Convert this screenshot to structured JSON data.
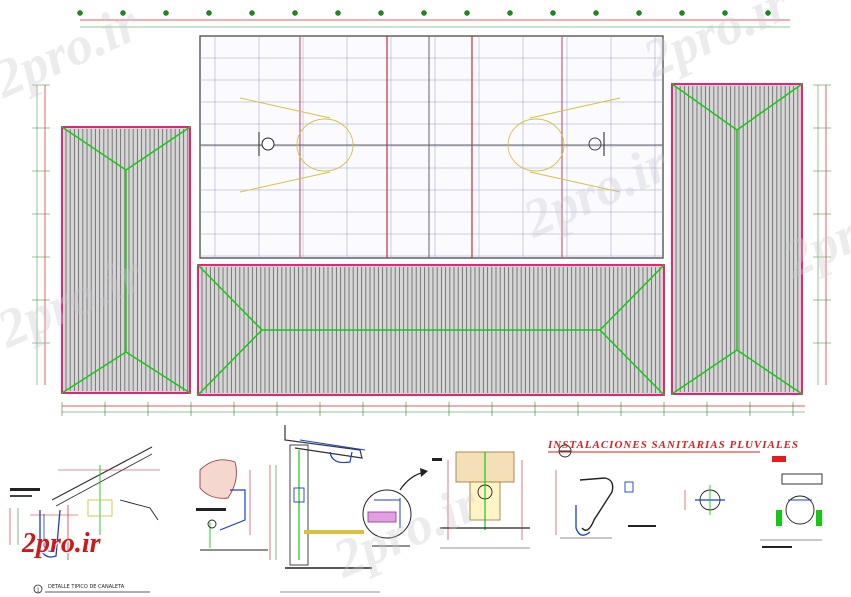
{
  "drawing": {
    "detail_section_title": "INSTALACIONES SANITARIAS PLUVIALES",
    "gutter_detail_caption": "DETALLE TIPICO DE CANALETA",
    "detail_number": "1"
  },
  "watermark": {
    "text": "2pro.ir",
    "logo_text": "2pro.ir"
  },
  "colors": {
    "roof_outline": "#e0106e",
    "ridge_line": "#14c814",
    "dimension_line": "#e02020",
    "grid_line": "#9aa0c8",
    "court_line": "#d8c040",
    "title_red": "#e01c1c"
  }
}
